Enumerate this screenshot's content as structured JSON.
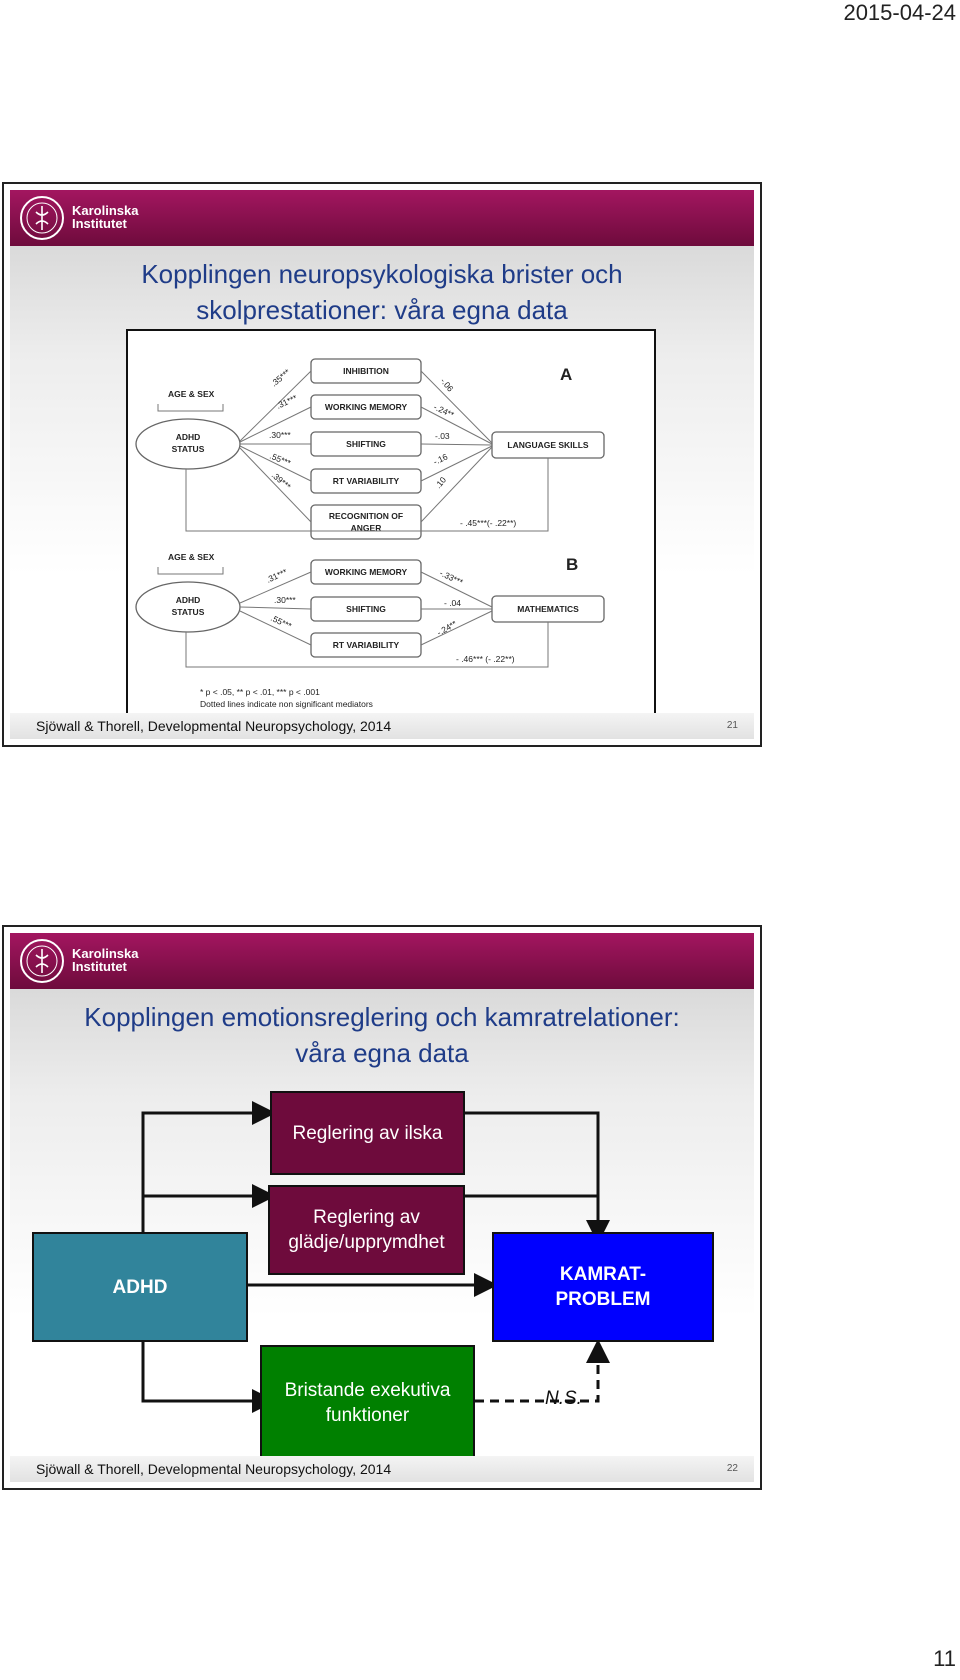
{
  "page": {
    "date": "2015-04-24",
    "number": "11"
  },
  "logo": {
    "line1": "Karolinska",
    "line2": "Institutet"
  },
  "slide1": {
    "title_line1": "Kopplingen neuropsykologiska brister och",
    "title_line2": "skolprestationer: våra egna data",
    "figure": {
      "panel_a": "A",
      "panel_b": "B",
      "age_sex_a": "AGE & SEX",
      "age_sex_b": "AGE & SEX",
      "adhd_a_1": "ADHD",
      "adhd_a_2": "STATUS",
      "adhd_b_1": "ADHD",
      "adhd_b_2": "STATUS",
      "mediators_a": [
        "INHIBITION",
        "WORKING MEMORY",
        "SHIFTING",
        "RT VARIABILITY",
        "RECOGNITION OF",
        "ANGER"
      ],
      "outcome_a": "LANGUAGE SKILLS",
      "mediators_b": [
        "WORKING MEMORY",
        "SHIFTING",
        "RT VARIABILITY"
      ],
      "outcome_b": "MATHEMATICS",
      "coef_a_left": [
        ".35***",
        ".31***",
        ".30***",
        ".55***",
        ".39***"
      ],
      "coef_a_right": [
        "-.06",
        "-.24**",
        "-.03",
        "-.16",
        ".10"
      ],
      "coef_a_total": "- .45***(- .22**)",
      "coef_b_left": [
        ".31***",
        ".30***",
        ".55***"
      ],
      "coef_b_right": [
        "-.33***",
        "- .04",
        "-.24**"
      ],
      "coef_b_total": "- .46*** (- .22**)",
      "note1": "* p < .05, ** p < .01, *** p < .001",
      "note2": "Dotted lines indicate non significant mediators"
    },
    "footer_cite": "Sjöwall & Thorell, Developmental Neuropsychology, 2014",
    "footer_num": "21"
  },
  "slide2": {
    "title_line1": "Kopplingen emotionsreglering och kamratrelationer:",
    "title_line2": "våra egna data",
    "box_ilska": "Reglering av ilska",
    "box_gladje_1": "Reglering av",
    "box_gladje_2": "glädje/upprymdhet",
    "box_adhd": "ADHD",
    "box_kamrat_1": "KAMRAT-",
    "box_kamrat_2": "PROBLEM",
    "box_exek_1": "Bristande exekutiva",
    "box_exek_2": "funktioner",
    "ns_label": "N.S.",
    "colors": {
      "ilska": "#6e0b3c",
      "gladje": "#6e0b3c",
      "adhd": "#31849b",
      "kamrat": "#0000ff",
      "exek": "#008000"
    },
    "footer_cite": "Sjöwall & Thorell, Developmental Neuropsychology, 2014",
    "footer_num": "22"
  }
}
